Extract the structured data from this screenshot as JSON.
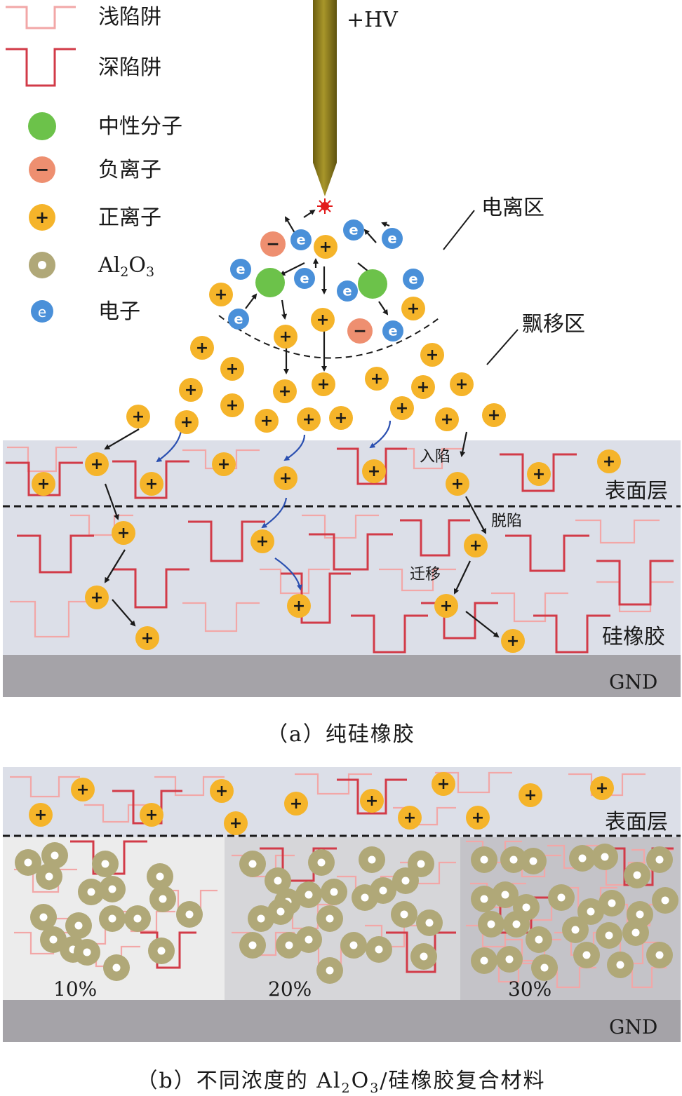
{
  "legend": [
    {
      "key": "shallow",
      "label": "浅陷阱"
    },
    {
      "key": "deep",
      "label": "深陷阱"
    },
    {
      "key": "neutral",
      "label": "中性分子"
    },
    {
      "key": "neg",
      "label": "负离子"
    },
    {
      "key": "pos",
      "label": "正离子"
    },
    {
      "key": "al2o3",
      "label_base": "Al",
      "label_sub1": "2",
      "label_mid": "O",
      "label_sub2": "3"
    },
    {
      "key": "electron",
      "label": "电子"
    }
  ],
  "symbols": {
    "plus": "+",
    "minus": "−",
    "electron": "e"
  },
  "needle_label": "+HV",
  "panel_a": {
    "ionization_zone": "电离区",
    "drift_zone": "飘移区",
    "trap_in": "入陷",
    "detrap": "脱陷",
    "migrate": "迁移",
    "surface_layer": "表面层",
    "bulk": "硅橡胶",
    "ground": "GND",
    "caption": "（a）纯硅橡胶"
  },
  "panel_b": {
    "surface_layer": "表面层",
    "ground": "GND",
    "concentrations": [
      "10%",
      "20%",
      "30%"
    ],
    "caption_pre": "（b）不同浓度的 Al",
    "caption_sub1": "2",
    "caption_mid": "O",
    "caption_sub2": "3",
    "caption_post": "/硅橡胶复合材料"
  },
  "colors": {
    "shallow_trap": "#f2a7a7",
    "deep_trap": "#d23b48",
    "neutral": "#6cc24a",
    "neg_ion": "#ee8f70",
    "pos_ion": "#f5b42a",
    "al2o3": "#b0a878",
    "electron": "#4a90d9",
    "needle": "#8a7a18",
    "sample_bg": "#dcdfe8",
    "gnd": "#a5a3a8"
  }
}
